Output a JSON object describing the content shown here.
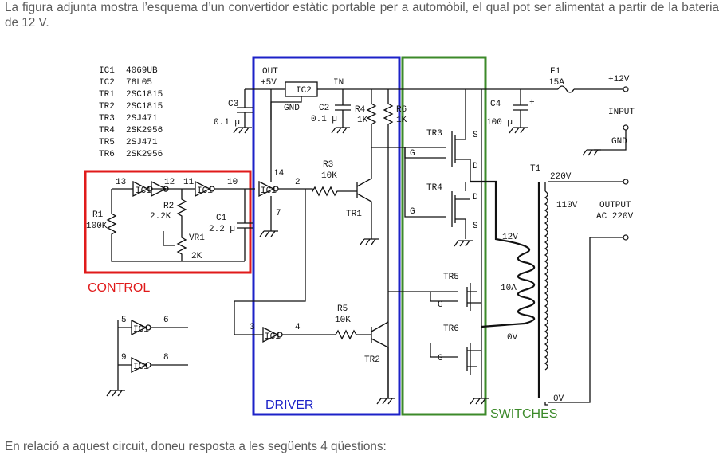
{
  "intro_text": "La figura adjunta mostra l’esquema d’un convertidor estàtic portable per a automòbil, el qual pot ser alimentat a partir de la bateria de 12 V.",
  "outro_text": "En relació a aquest circuit, doneu resposta a les següents 4 qüestions:",
  "components": [
    {
      "ref": "IC1",
      "part": "4069UB"
    },
    {
      "ref": "IC2",
      "part": "78L05"
    },
    {
      "ref": "TR1",
      "part": "2SC1815"
    },
    {
      "ref": "TR2",
      "part": "2SC1815"
    },
    {
      "ref": "TR3",
      "part": "2SJ471"
    },
    {
      "ref": "TR4",
      "part": "2SK2956"
    },
    {
      "ref": "TR5",
      "part": "2SJ471"
    },
    {
      "ref": "TR6",
      "part": "2SK2956"
    }
  ],
  "blocks": {
    "control": {
      "label": "CONTROL",
      "color": "#e01a1a"
    },
    "driver": {
      "label": "DRIVER",
      "color": "#1c22c8"
    },
    "switches": {
      "label": "SWITCHES",
      "color": "#3c8a2a"
    }
  },
  "labels": {
    "out": "OUT",
    "plus5v": "+5V",
    "ic2": "IC2",
    "in": "IN",
    "gnd": "GND",
    "c3": "C3",
    "c3_val": "0.1 µ",
    "c2": "C2",
    "c2_val": "0.1 µ",
    "r4": "R4",
    "r4_val": "1K",
    "r6": "R6",
    "r6_val": "1K",
    "c4": "C4",
    "c4_val": "100 µ",
    "plus": "+",
    "f1": "F1",
    "f1_val": "15A",
    "plus12v": "+12V",
    "input": "INPUT",
    "gnd2": "GND",
    "tr3": "TR3",
    "tr4": "TR4",
    "tr5": "TR5",
    "tr6": "TR6",
    "tr1": "TR1",
    "tr2": "TR2",
    "g": "G",
    "s": "S",
    "d": "D",
    "r3": "R3",
    "r3_val": "10K",
    "r5": "R5",
    "r5_val": "10K",
    "r1": "R1",
    "r1_val": "100K",
    "r2": "R2",
    "r2_val": "2.2K",
    "c1": "C1",
    "c1_val": "2.2 µ",
    "vr1": "VR1",
    "vr1_val": "2K",
    "ic1": "IC1",
    "pin13": "13",
    "pin12": "12",
    "pin11": "11",
    "pin10": "10",
    "pin14": "14",
    "pin2": "2",
    "pin7": "7",
    "pin5": "5",
    "pin6": "6",
    "pin9": "9",
    "pin8": "8",
    "pin3": "3",
    "pin4": "4",
    "t1": "T1",
    "v220": "220V",
    "v110": "110V",
    "v12": "12V",
    "a10": "10A",
    "v0": "0V",
    "v0b": "0V",
    "output": "OUTPUT",
    "ac220": "AC 220V"
  }
}
